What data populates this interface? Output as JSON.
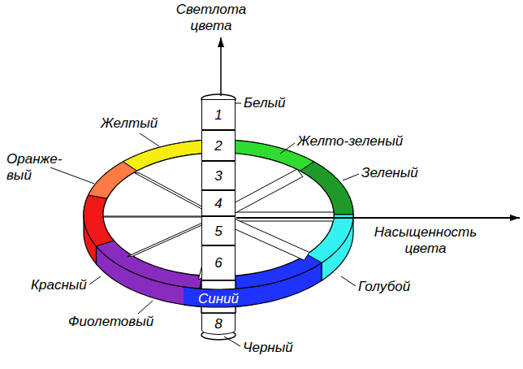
{
  "diagram": {
    "nodes": [
      {
        "text": [
          "1"
        ]
      },
      {
        "text": [
          "2"
        ]
      },
      {
        "text": [
          "3"
        ]
      },
      {
        "text": [
          "4"
        ]
      },
      {
        "text": [
          "5"
        ]
      },
      {
        "text": [
          "6"
        ]
      },
      {
        "text": [
          "8"
        ]
      }
    ],
    "labels": [
      "Светлота цвета",
      "Насыщенность цвета",
      "Белый",
      "Желтый",
      "Желто-зеленый",
      "Оранже- вый",
      "Зеленый",
      "Голубой",
      "Красный",
      "Фиолетовый",
      "Синий",
      "Черный"
    ]
  }
}
